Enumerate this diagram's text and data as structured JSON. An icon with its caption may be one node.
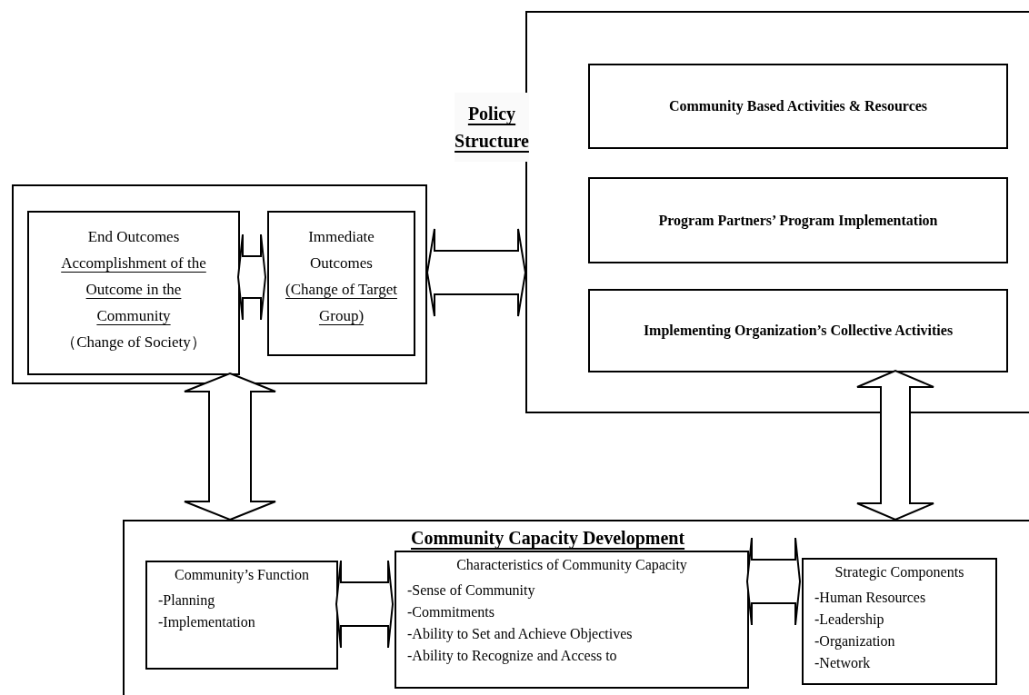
{
  "diagram": {
    "nodes": [
      {
        "text": [],
        "shape": "box"
      },
      {
        "text": [
          "End Outcomes",
          "Accomplishment of the Outcome in the Community",
          "（Change of Society）"
        ],
        "in": 0
      },
      {
        "text": [
          "Immediate Outcomes",
          "(Change of Target Group)"
        ],
        "in": 0
      },
      {
        "text": [
          "Policy Structure"
        ]
      },
      {
        "text": [
          "Community Based Activities & Resources"
        ],
        "in": 3
      },
      {
        "text": [
          "Program Partners’ Program Implementation"
        ],
        "in": 3
      },
      {
        "text": [
          "Implementing Organization’s Collective Activities"
        ],
        "in": 3
      },
      {
        "text": [
          "Community Capacity Development"
        ]
      },
      {
        "text": [
          "Community’s Function",
          "-Planning",
          "-Implementation"
        ],
        "in": 7
      },
      {
        "text": [
          "Characteristics of Community Capacity",
          "-Sense of Community",
          "-Commitments",
          "-Ability to Set and Achieve Objectives",
          "-Ability to Recognize and Access to"
        ],
        "in": 7
      },
      {
        "text": [
          "Strategic Components",
          "-Human Resources",
          "-Leadership",
          "-Organization",
          "-Network"
        ],
        "in": 7
      }
    ],
    "edges": [
      {
        "from": 1,
        "to": 2,
        "arrow": "both"
      },
      {
        "from": 0,
        "to": 3,
        "arrow": "both"
      },
      {
        "from": 1,
        "to": 7,
        "arrow": "both"
      },
      {
        "from": 6,
        "to": 7,
        "arrow": "both"
      },
      {
        "from": 8,
        "to": 9,
        "arrow": "both"
      },
      {
        "from": 9,
        "to": 10,
        "arrow": "both"
      }
    ]
  }
}
